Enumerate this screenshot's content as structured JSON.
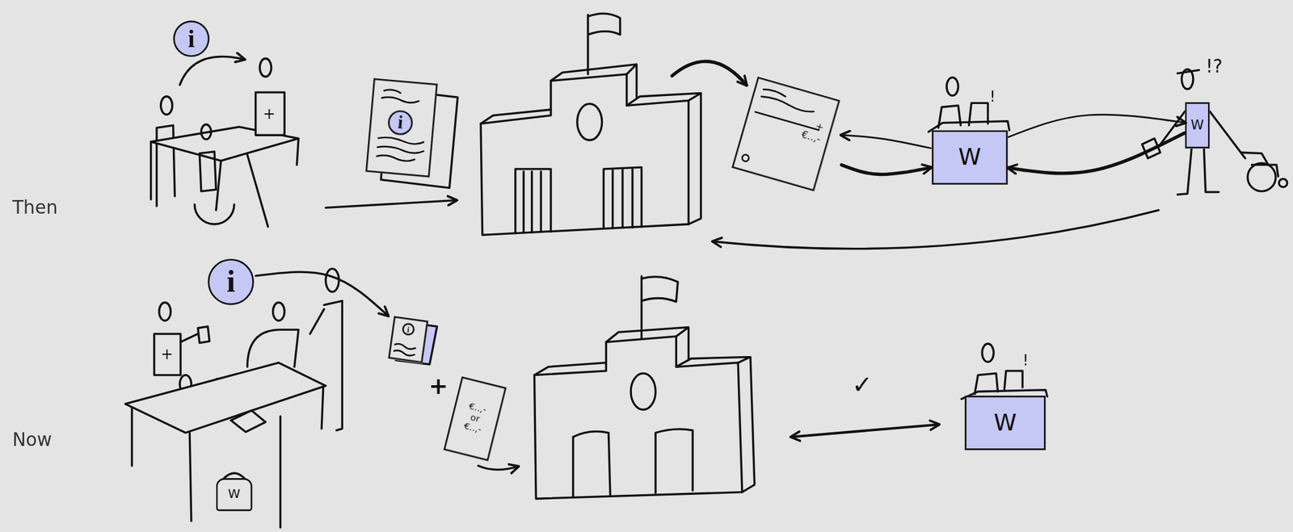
{
  "diagram": {
    "nodes": [
      {
        "text": [
          "i"
        ]
      },
      {
        "text": [
          "i"
        ]
      },
      {
        "text": [
          "+",
          "€..,-"
        ]
      },
      {
        "text": [
          "W"
        ]
      },
      {
        "text": [
          "W"
        ]
      },
      {
        "text": [
          "i"
        ]
      },
      {
        "text": [
          "W"
        ]
      },
      {
        "text": [
          "i"
        ]
      },
      {
        "text": [
          "€..,-",
          "or",
          "€..,-"
        ]
      },
      {
        "text": [
          "W"
        ]
      }
    ],
    "edges": [
      {
        "from": 3,
        "to": 2,
        "arrow": "to"
      },
      {
        "from": 2,
        "to": 3,
        "arrow": "to"
      },
      {
        "from": 3,
        "to": 4,
        "arrow": "to"
      },
      {
        "from": 4,
        "to": 3,
        "arrow": "to"
      },
      {
        "from": 5,
        "to": 7,
        "arrow": "to"
      }
    ],
    "labels": [
      "Then",
      "+",
      "!",
      "!?",
      "Now",
      "+",
      "+",
      "✓",
      "!"
    ]
  }
}
